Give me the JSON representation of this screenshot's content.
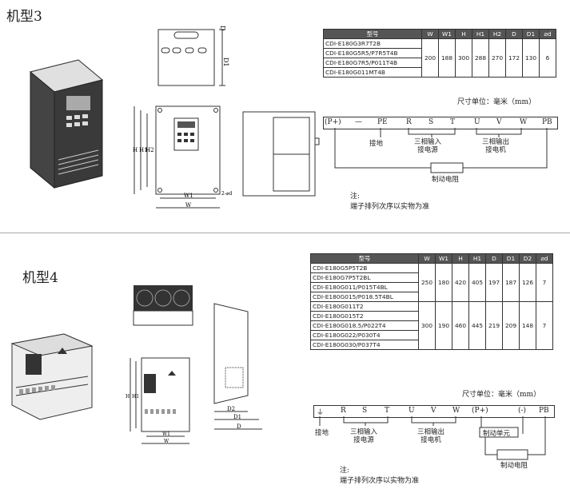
{
  "section3": {
    "title": "机型3",
    "table": {
      "headers": [
        "型号",
        "W",
        "W1",
        "H",
        "H1",
        "H2",
        "D",
        "D1",
        "⌀d"
      ],
      "models": [
        "CDI-E180G3R7T2B",
        "CDI-E180G5R5/P7R5T4B",
        "CDI-E180G7R5/P011T4B",
        "CDI-E180G011MT4B"
      ],
      "values": [
        "200",
        "188",
        "300",
        "288",
        "270",
        "172",
        "130",
        "6"
      ]
    },
    "unit": "尺寸单位：毫米（mm）",
    "terminals": [
      "(P+)",
      "—",
      "PE",
      "R",
      "S",
      "T",
      "U",
      "V",
      "W",
      "PB"
    ],
    "labels": {
      "ground": "接地",
      "input": "三相输入\n接电源",
      "output": "三相输出\n接电机",
      "brake_resistor": "制动电阻"
    },
    "note_title": "注:",
    "note_text": "端子排列次序以实物为准",
    "dims": {
      "W": "W",
      "W1": "W1",
      "H": "H",
      "H1": "H1",
      "H2": "H2",
      "D": "D",
      "D1": "D1",
      "d": "2-⌀d"
    }
  },
  "section4": {
    "title": "机型4",
    "table": {
      "headers": [
        "型号",
        "W",
        "W1",
        "H",
        "H1",
        "D",
        "D1",
        "D2",
        "⌀d"
      ],
      "group1": {
        "models": [
          "CDI-E180G5P5T2B",
          "CDI-E180G7P5T2BL",
          "CDI-E180G011/P015T4BL",
          "CDI-E180G015/P018.5T4BL"
        ],
        "values": [
          "250",
          "180",
          "420",
          "405",
          "197",
          "187",
          "126",
          "7"
        ]
      },
      "group2": {
        "models": [
          "CDI-E180G011T2",
          "CDI-E180G015T2",
          "CDI-E180G018.5/P022T4",
          "CDI-E180G022/P030T4",
          "CDI-E180G030/P037T4"
        ],
        "values": [
          "300",
          "190",
          "460",
          "445",
          "219",
          "209",
          "148",
          "7"
        ]
      }
    },
    "unit": "尺寸单位：毫米（mm）",
    "terminals": [
      "⏚",
      "R",
      "S",
      "T",
      "U",
      "V",
      "W",
      "(P+)",
      "(-)",
      "PB"
    ],
    "labels": {
      "ground": "接地",
      "input": "三相输入\n接电源",
      "output": "三相输出\n接电机",
      "brake_unit": "制动单元",
      "brake_resistor": "制动电阻"
    },
    "note_title": "注:",
    "note_text": "端子排列次序以实物为准",
    "dims": {
      "W": "W",
      "W1": "W1",
      "H": "H",
      "H1": "H1",
      "D": "D",
      "D1": "D1",
      "D2": "D2"
    }
  }
}
